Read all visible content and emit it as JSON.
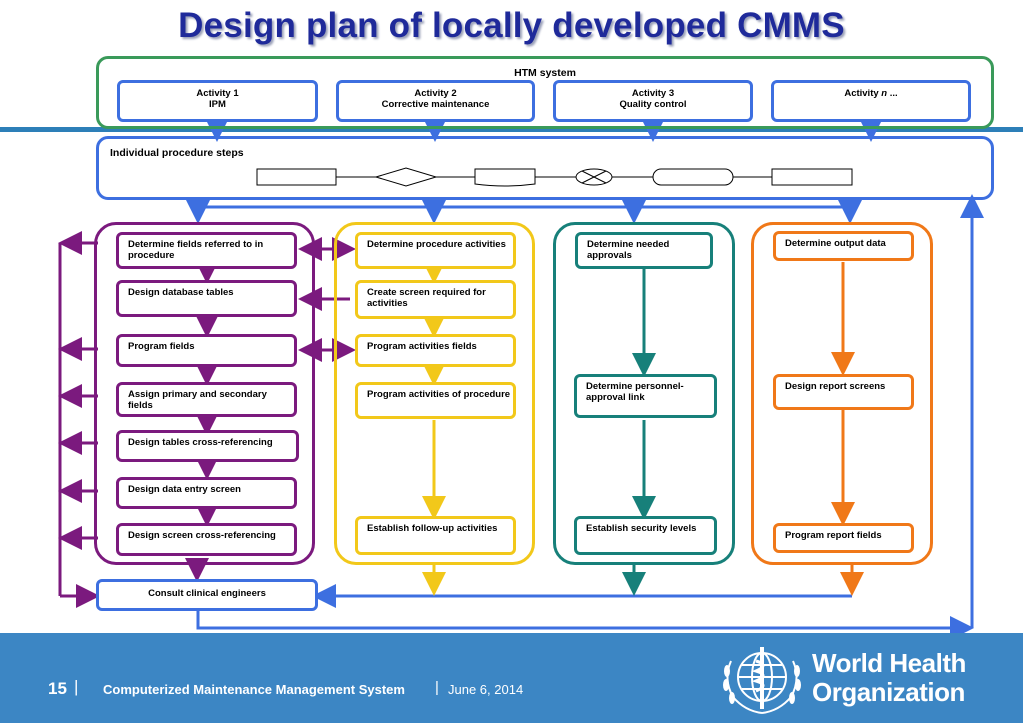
{
  "title": "Design plan of locally developed  CMMS",
  "htm": {
    "label": "HTM system",
    "activities": [
      {
        "line1": "Activity 1",
        "line2": "IPM"
      },
      {
        "line1": "Activity 2",
        "line2": "Corrective maintenance"
      },
      {
        "line1": "Activity 3",
        "line2": "Quality control"
      },
      {
        "line1": "Activity ",
        "n": "n",
        "dots": " ..."
      }
    ]
  },
  "procedure": {
    "label": "Individual procedure steps"
  },
  "columns": {
    "purple": [
      "Determine fields referred to in procedure",
      "Design database tables",
      "Program fields",
      "Assign primary and secondary fields",
      "Design tables cross-referencing",
      "Design data entry screen",
      "Design screen cross-referencing"
    ],
    "yellow": [
      "Determine procedure activities",
      "Create screen required for activities",
      "Program activities fields",
      "Program activities of procedure",
      "Establish follow-up activities"
    ],
    "teal": [
      "Determine needed approvals",
      "Determine personnel-approval link",
      "Establish security levels"
    ],
    "orange": [
      "Determine output data",
      "Design report screens",
      "Program report fields"
    ]
  },
  "consult": "Consult clinical engineers",
  "footer": {
    "page": "15",
    "separator": "|",
    "title": "Computerized Maintenance Management System",
    "date": "June 6, 2014",
    "org_line1": "World Health",
    "org_line2": "Organization"
  },
  "colors": {
    "blue": "#3d6fe0",
    "purple": "#7b1a7e",
    "yellow": "#f2c81a",
    "teal": "#17807a",
    "orange": "#f07818",
    "footer": "#3c86c4"
  }
}
